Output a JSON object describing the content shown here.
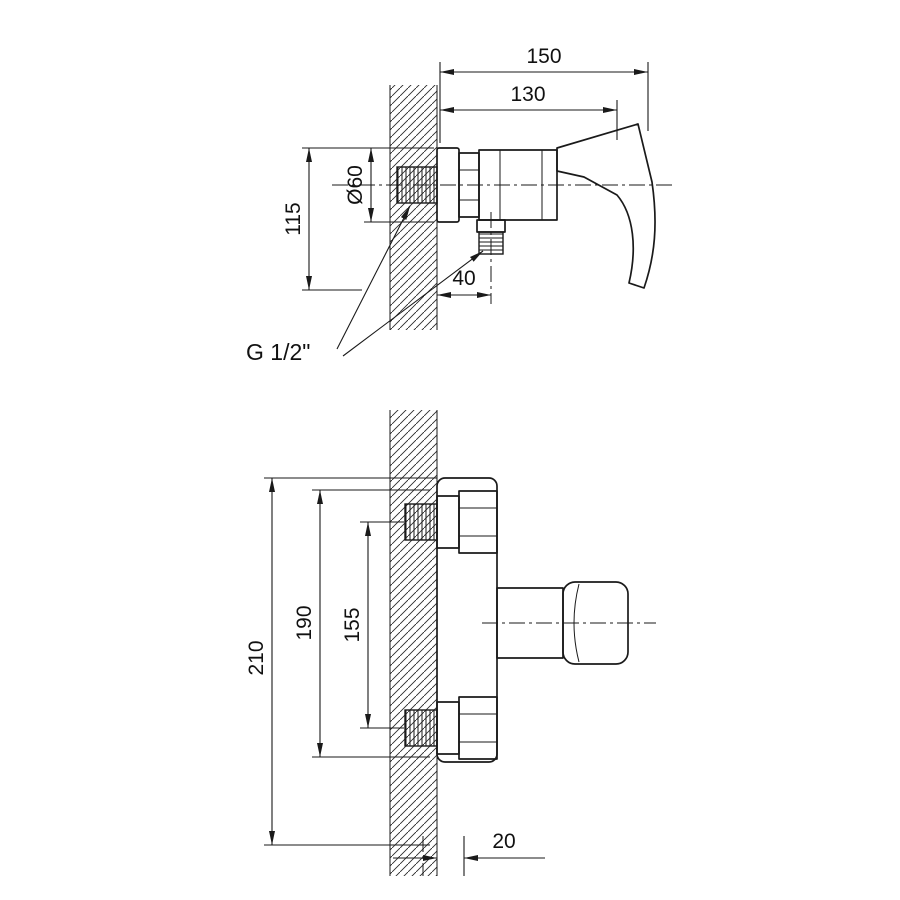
{
  "colors": {
    "line": "#1a1a1a",
    "background": "#ffffff"
  },
  "side_view": {
    "dim_overall_length": "150",
    "dim_body_length": "130",
    "dim_flange_diameter": "Ø60",
    "dim_height": "115",
    "dim_outlet_offset": "40",
    "thread_label": "G 1/2\""
  },
  "front_view": {
    "dim_overall_height": "210",
    "dim_plate_height": "190",
    "dim_inlet_spacing": "155",
    "dim_wall_offset": "20"
  }
}
